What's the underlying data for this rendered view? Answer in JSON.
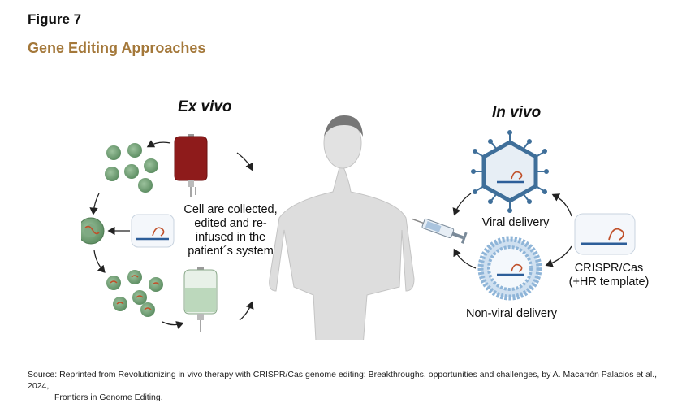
{
  "figure": {
    "label": "Figure 7",
    "title": "Gene Editing Approaches"
  },
  "ex_vivo": {
    "heading": "Ex vivo",
    "note_lines": [
      "Cell are collected,",
      "edited and re-",
      "infused in the",
      "patient´s system"
    ]
  },
  "in_vivo": {
    "heading": "In vivo",
    "viral_label": "Viral delivery",
    "nonviral_label": "Non-viral delivery",
    "crispr_label_line1": "CRISPR/Cas",
    "crispr_label_line2": "(+HR template)"
  },
  "source": {
    "line1": "Source: Reprinted from Revolutionizing in vivo therapy with CRISPR/Cas genome editing: Breakthroughs, opportunities and challenges, by A. Macarrón Palacios et al., 2024,",
    "line2": "Frontiers in Genome Editing."
  },
  "colors": {
    "title": "#a4783a",
    "blood": "#8e1b1b",
    "cells": "#6f9e74",
    "iv_fluid": "#cfe3cf",
    "virus": "#3f6f9a",
    "lipid": "#8fb5d8",
    "rna": "#c0502a",
    "body": "#dcdcdc"
  },
  "icons": [
    "blood-bag-icon",
    "iv-bag-icon",
    "cell-icon",
    "syringe-icon",
    "virus-icon",
    "lipid-nanoparticle-icon",
    "crispr-cas-icon",
    "human-body-icon"
  ]
}
